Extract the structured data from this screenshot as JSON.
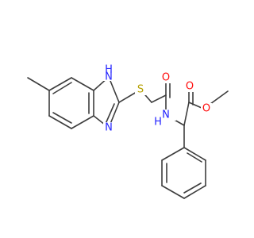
{
  "molecule": {
    "atoms": {
      "nh": {
        "text": "H",
        "sub": "N",
        "color": "#2222ff"
      },
      "n_ring": {
        "text": "N",
        "color": "#2222ff"
      },
      "s": {
        "text": "S",
        "color": "#b5a000"
      },
      "o_amide": {
        "text": "O",
        "color": "#ff0d0d"
      },
      "n_amide": {
        "text": "N",
        "sub": "H",
        "color": "#2222ff"
      },
      "o_carbonyl": {
        "text": "O",
        "color": "#ff0d0d"
      },
      "o_ester": {
        "text": "O",
        "color": "#ff0d0d"
      }
    },
    "bond_color": "#3d3d3d"
  }
}
